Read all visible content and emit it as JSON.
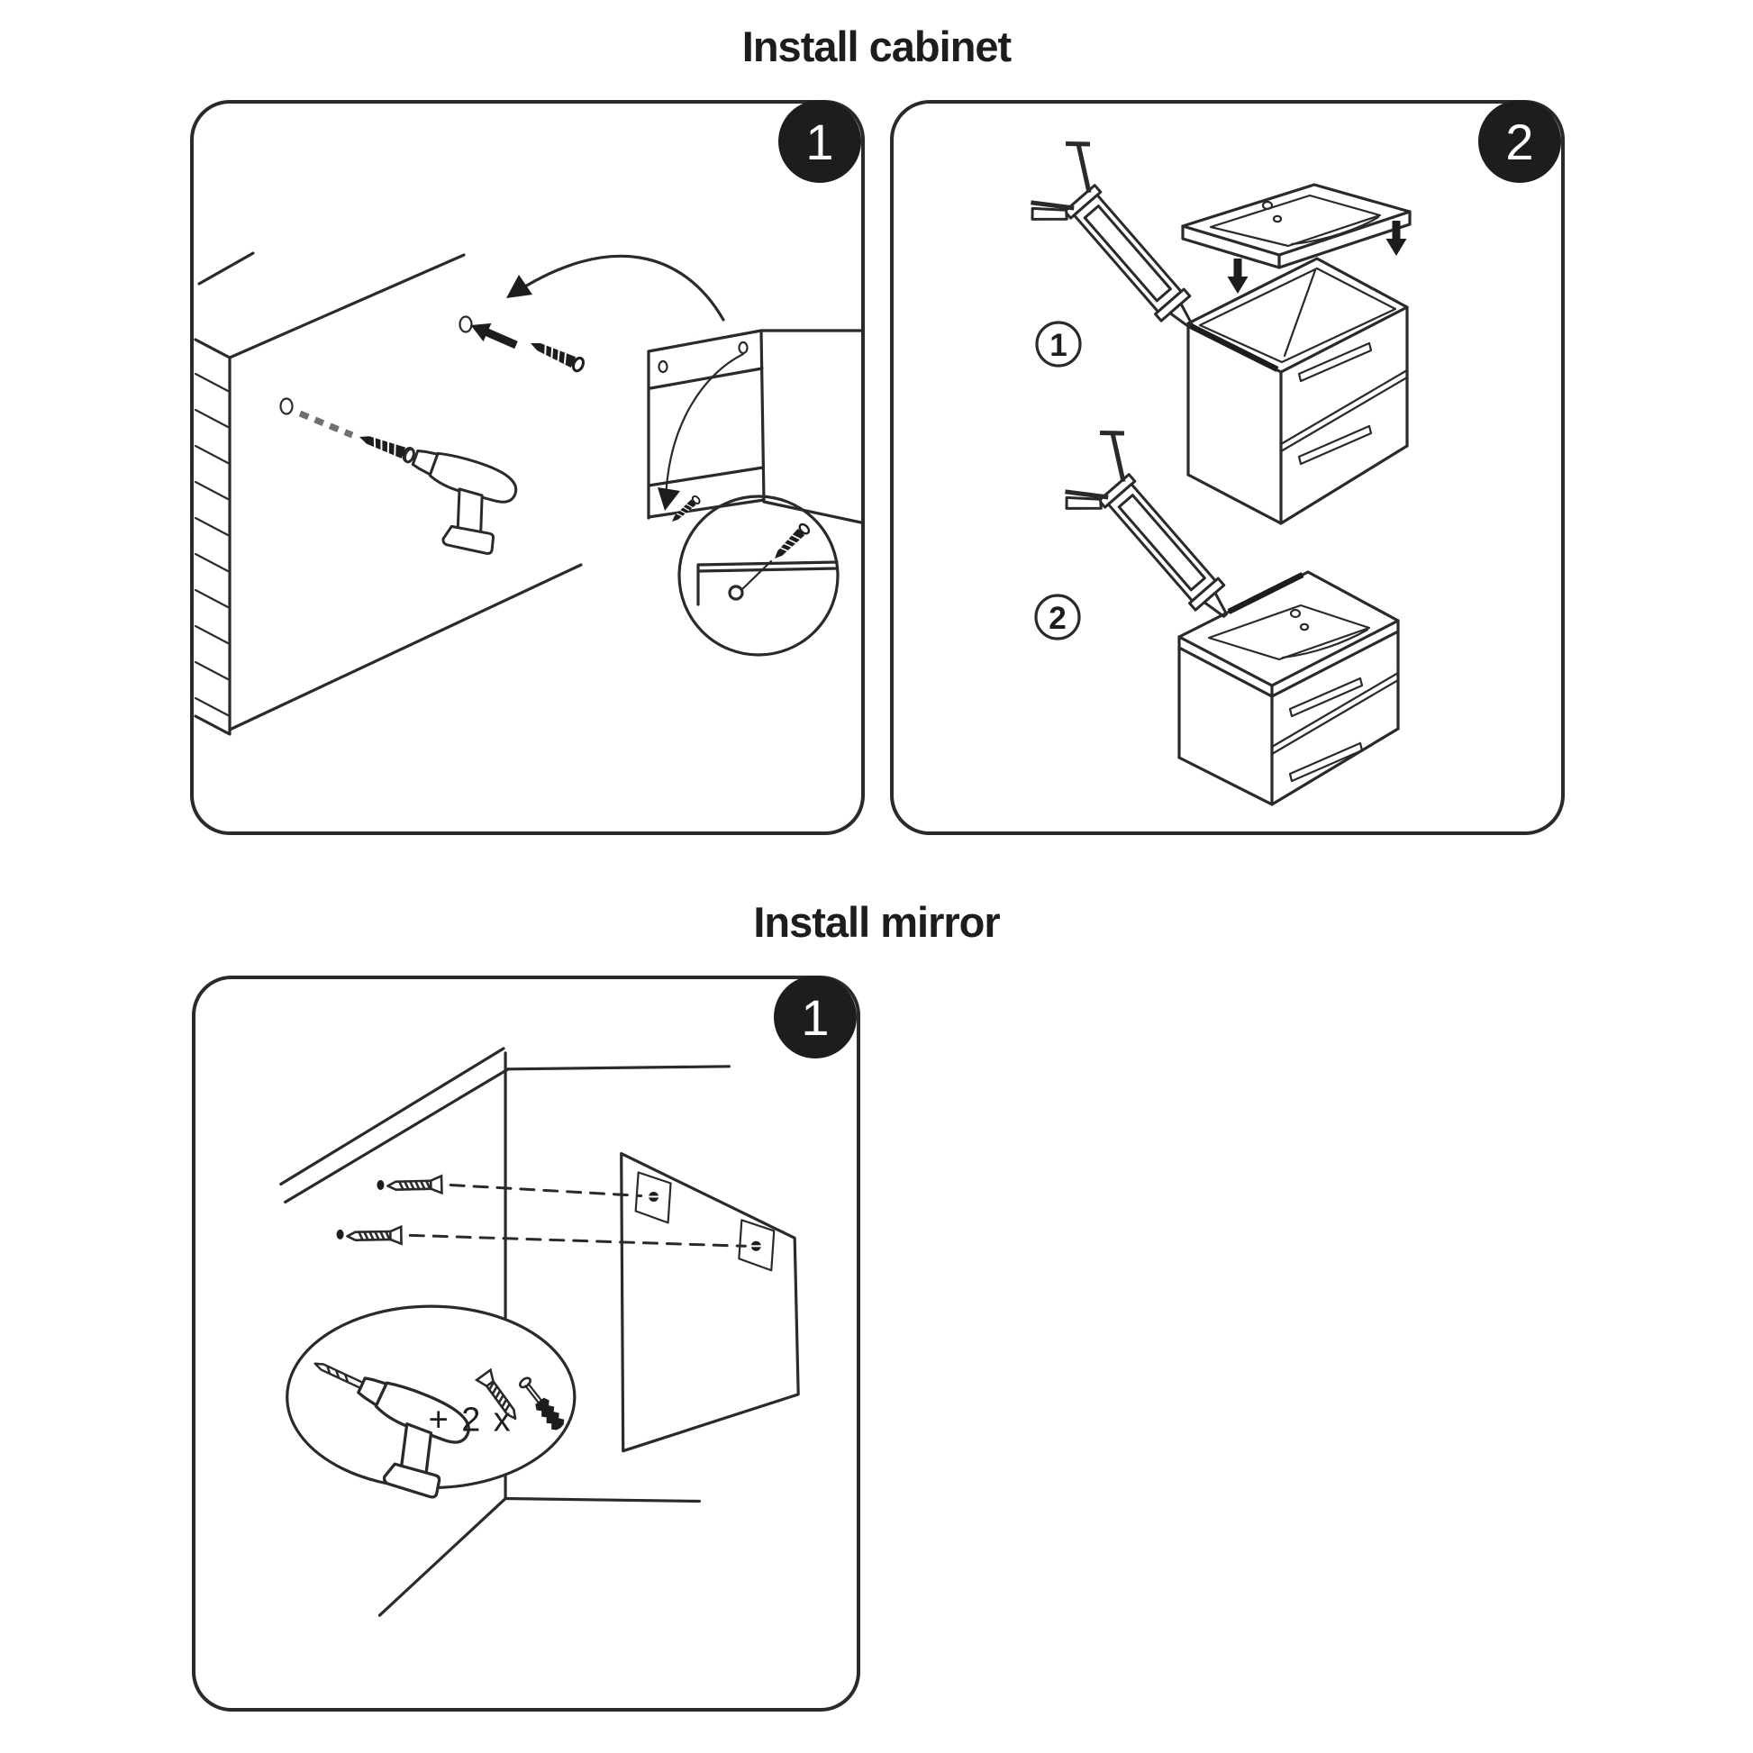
{
  "page": {
    "background": "#ffffff",
    "line_color": "#2b2a29",
    "accent_black": "#1d1d1b",
    "badge_text_color": "#ffffff"
  },
  "sections": [
    {
      "title": "Install cabinet",
      "panels": [
        {
          "badge": "1",
          "figures": [
            "wall-cross-section",
            "mounting-holes",
            "wall-screws",
            "arrow-to-hole",
            "power-drill",
            "rotation-arrow",
            "cabinet-back-frame",
            "keyhole-screw-detail-circle"
          ]
        },
        {
          "badge": "2",
          "substeps": [
            {
              "label": "1"
            },
            {
              "label": "2"
            }
          ],
          "figures": [
            "sealant-gun",
            "washbasin-top",
            "down-arrows",
            "open-vanity-cabinet",
            "vanity-cabinet-with-basin",
            "sealant-bead"
          ]
        }
      ]
    },
    {
      "title": "Install mirror",
      "panels": [
        {
          "badge": "1",
          "inset_quantity_label": "+ 2 x",
          "figures": [
            "room-corner",
            "wall-screws",
            "alignment-dashed-lines",
            "mirror-with-keyhole-plates",
            "tools-oval-inset",
            "power-drill",
            "screw",
            "wall-plug"
          ]
        }
      ]
    }
  ]
}
